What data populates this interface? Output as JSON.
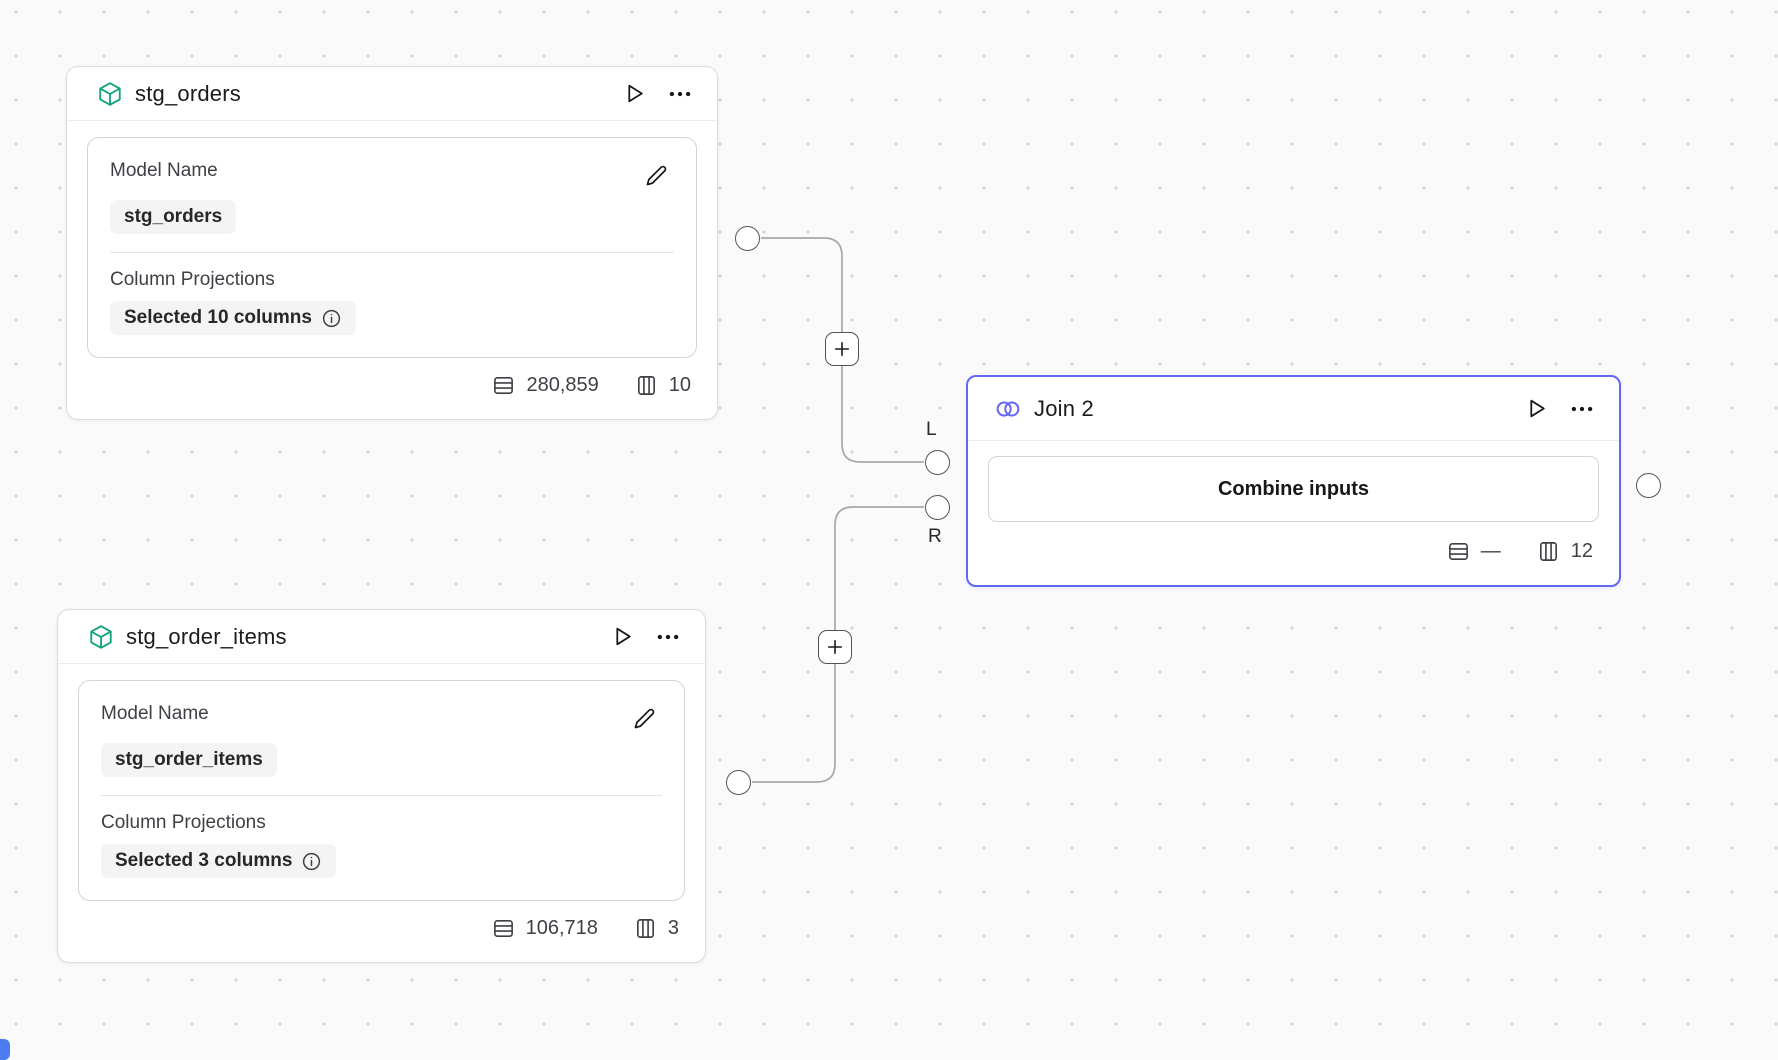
{
  "canvas": {
    "background": "#fafafa",
    "dot_color": "#d6d6d8",
    "edge_color": "#a7a7ad",
    "selected_border_color": "#6467f2",
    "cube_icon_color": "#10a37f",
    "join_icon_color": "#6467f2",
    "scroll_indicator_color": "#4c7df0"
  },
  "nodes": {
    "stg_orders": {
      "title": "stg_orders",
      "fields": {
        "model_name": {
          "label": "Model Name",
          "value": "stg_orders"
        },
        "column_projections": {
          "label": "Column Projections",
          "value": "Selected 10 columns"
        }
      },
      "stats": {
        "rows": "280,859",
        "columns": "10"
      }
    },
    "stg_order_items": {
      "title": "stg_order_items",
      "fields": {
        "model_name": {
          "label": "Model Name",
          "value": "stg_order_items"
        },
        "column_projections": {
          "label": "Column Projections",
          "value": "Selected 3 columns"
        }
      },
      "stats": {
        "rows": "106,718",
        "columns": "3"
      }
    },
    "join2": {
      "title": "Join 2",
      "action": "Combine inputs",
      "stats": {
        "rows": "—",
        "columns": "12"
      },
      "ports": {
        "left": "L",
        "right": "R"
      }
    }
  },
  "icons": {
    "model-cube-icon": "3d-cube-outline",
    "join-icon": "overlapping-circles",
    "run-icon": "play-triangle",
    "more-menu-icon": "horizontal-ellipsis",
    "edit-icon": "pencil",
    "info-icon": "circle-i",
    "rows-count-icon": "table-rows",
    "columns-count-icon": "table-columns",
    "add-on-edge-icon": "plus",
    "port-icon": "circle-handle"
  }
}
